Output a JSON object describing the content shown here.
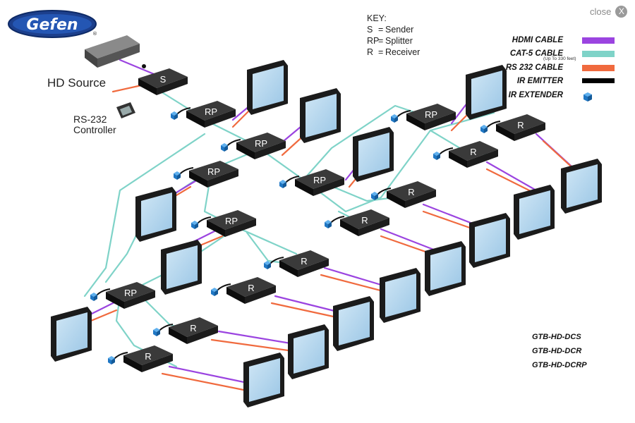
{
  "brand": {
    "logo_text": "Gefen",
    "logo_mark": "®"
  },
  "close_button": {
    "label": "close",
    "icon": "X"
  },
  "key": {
    "title": "KEY:",
    "items": [
      {
        "abbr": "S",
        "meaning": "Sender"
      },
      {
        "abbr": "RP",
        "meaning": "Splitter"
      },
      {
        "abbr": "R",
        "meaning": "Receiver"
      }
    ]
  },
  "legend": {
    "items": [
      {
        "label": "HDMI CABLE",
        "color": "#9b44e0"
      },
      {
        "label": "CAT-5 CABLE",
        "color": "#7fd3c8",
        "note": "(Up To 330 feet)"
      },
      {
        "label": "RS 232 CABLE",
        "color": "#f06a3e"
      },
      {
        "label": "IR EMITTER",
        "color": "#000000"
      },
      {
        "label": "IR EXTENDER",
        "color": "#1f77c4",
        "icon": "ir-extender-cube"
      }
    ]
  },
  "labels": {
    "source": "HD Source",
    "controller_line1": "RS-232",
    "controller_line2": "Controller"
  },
  "device_labels": {
    "sender": "S",
    "splitter": "RP",
    "receiver": "R"
  },
  "models": [
    "GTB-HD-DCS",
    "GTB-HD-DCR",
    "GTB-HD-DCRP"
  ]
}
